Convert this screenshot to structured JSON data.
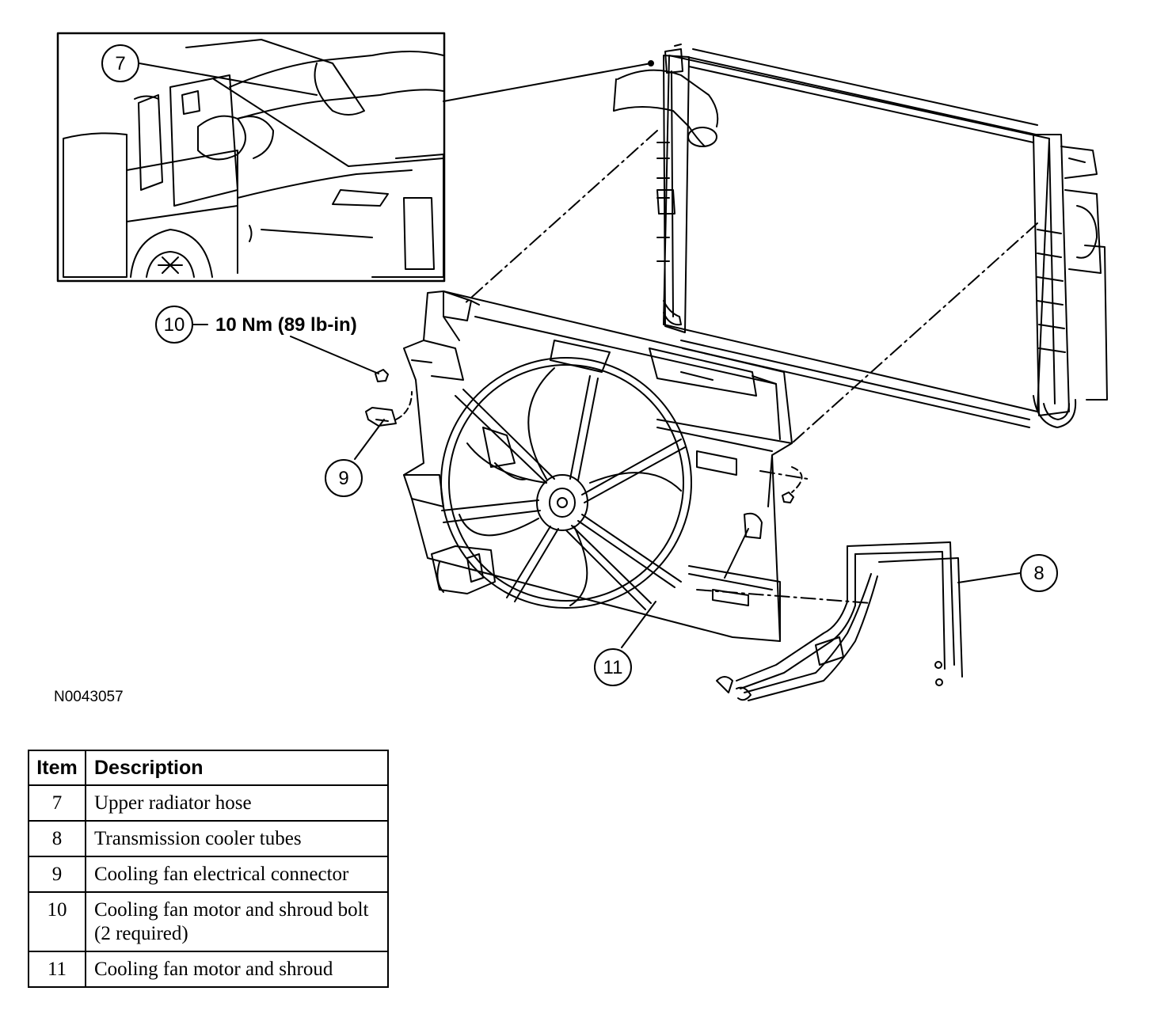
{
  "callouts": [
    {
      "number": "7"
    },
    {
      "number": "8"
    },
    {
      "number": "9"
    },
    {
      "number": "10"
    },
    {
      "number": "11"
    }
  ],
  "torque_spec": "10 Nm (89 lb-in)",
  "figure_id": "N0043057",
  "legend": {
    "headers": {
      "item": "Item",
      "description": "Description"
    },
    "rows": [
      {
        "item": "7",
        "description": "Upper radiator hose"
      },
      {
        "item": "8",
        "description": "Transmission cooler tubes"
      },
      {
        "item": "9",
        "description": "Cooling fan electrical connector"
      },
      {
        "item": "10",
        "description": "Cooling fan motor and shroud bolt (2 required)"
      },
      {
        "item": "11",
        "description": "Cooling fan motor and shroud"
      }
    ]
  }
}
